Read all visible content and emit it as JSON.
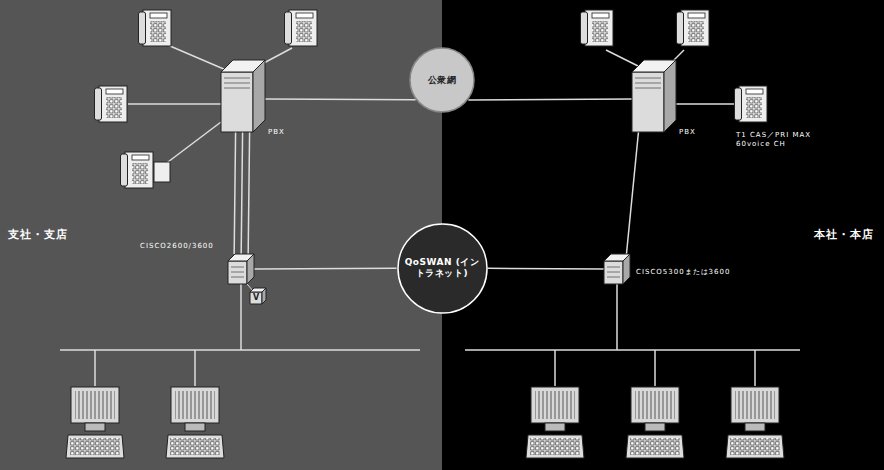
{
  "diagram": {
    "nodes": [
      {
        "text": [
          "支社・支店"
        ]
      },
      {
        "text": [
          "PBX"
        ],
        "in": 0
      },
      {
        "text": [
          "CISCO2600/3600"
        ],
        "in": 0
      },
      {
        "text": [
          "V"
        ],
        "in": 0
      },
      {
        "text": [
          "本社・本店"
        ]
      },
      {
        "text": [
          "PBX"
        ],
        "in": 4
      },
      {
        "text": [
          "CISCO5300または3600"
        ],
        "in": 4
      },
      {
        "text": [
          "公衆網"
        ]
      },
      {
        "text": [
          "QoSWAN (イントラネット)"
        ]
      }
    ],
    "edges": [
      {
        "from": 1,
        "to": 7,
        "arrow": "none"
      },
      {
        "from": 7,
        "to": 5,
        "arrow": "none"
      },
      {
        "from": 1,
        "to": 2,
        "arrow": "none"
      },
      {
        "from": 1,
        "to": 2,
        "arrow": "none"
      },
      {
        "from": 1,
        "to": 2,
        "arrow": "none"
      },
      {
        "from": 5,
        "to": 6,
        "arrow": "none"
      },
      {
        "from": 2,
        "to": 8,
        "arrow": "none"
      },
      {
        "from": 8,
        "to": 6,
        "arrow": "none"
      }
    ],
    "labels": [
      "T1 CAS／PRI MAX 60voice CH"
    ]
  }
}
